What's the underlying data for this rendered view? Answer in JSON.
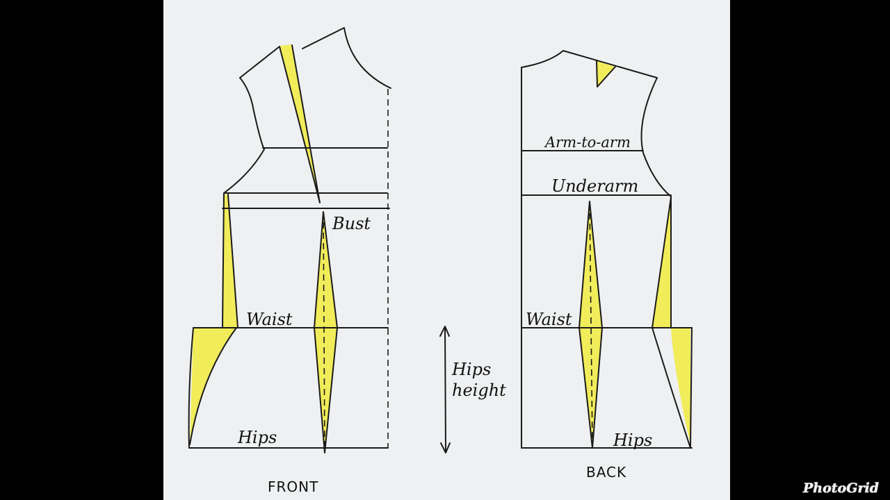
{
  "labels": {
    "front_bust": "Bust",
    "front_waist": "Waist",
    "front_hips": "Hips",
    "front_caption": "FRONT",
    "back_arm_to_arm": "Arm-to-arm",
    "back_underarm": "Underarm",
    "back_waist": "Waist",
    "back_hips": "Hips",
    "back_caption": "BACK",
    "hips_height_line1": "Hips",
    "hips_height_line2": "height"
  },
  "watermark": "PhotoGrid",
  "colors": {
    "dart_fill": "#f1ec5a",
    "line": "#1a1a1a",
    "paper": "#eef0f1"
  }
}
